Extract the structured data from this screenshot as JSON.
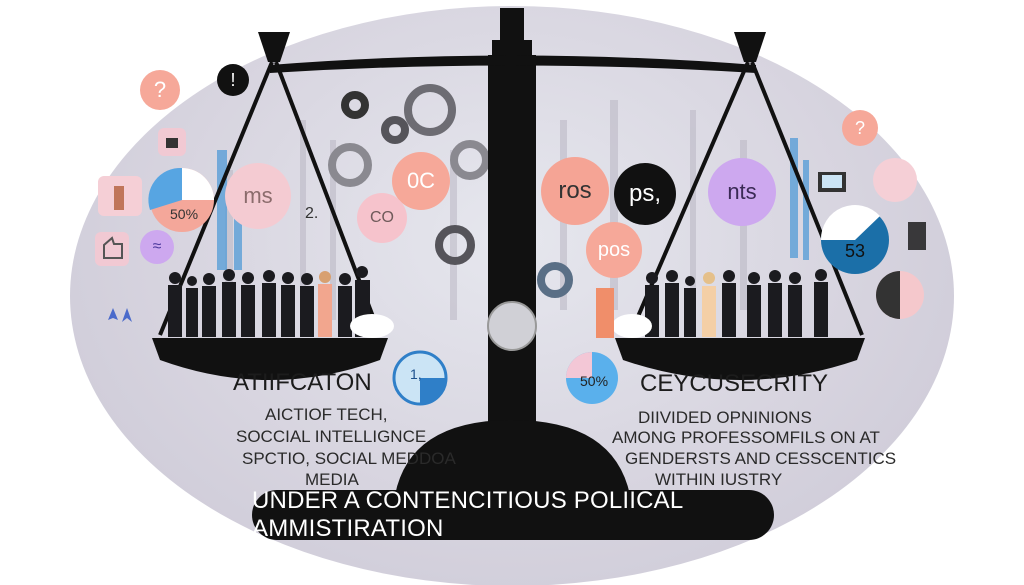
{
  "bubbles": {
    "ms": "ms",
    "oc": "0C",
    "co": "CO",
    "ros": "ros",
    "ps": "ps,",
    "nts": "nts",
    "pos": "pos",
    "pie_left": "50%",
    "pie_right": "50%",
    "small_left": "1,",
    "small_right": "53",
    "two": "2.",
    "q1": "?",
    "q2": "!",
    "q3": "?"
  },
  "left_panel": {
    "title": "ATIIFCATON",
    "lines": [
      "AICTIOF TECH,",
      "SOCCIAL INTELLIGNCE",
      "SPCTIO, SOCIAL MEDDOA",
      "MEDIA"
    ]
  },
  "right_panel": {
    "title": "CEYCUSECRITY",
    "lines": [
      "DIIVIDED OPNINIONS",
      "AMONG PROFESSOMFILS ON AT",
      "GENDERSTS AND CESSCENTICS",
      "WITHIN IUSTRY"
    ]
  },
  "banner": "UNDER A CONTENCITIOUS POLIICAL AMMISTIRATION",
  "colors": {
    "salmon": "#f4a79a",
    "blue": "#6aa9e0",
    "pink": "#f1c9d3",
    "black": "#111111",
    "lilac": "#cda8ef"
  }
}
